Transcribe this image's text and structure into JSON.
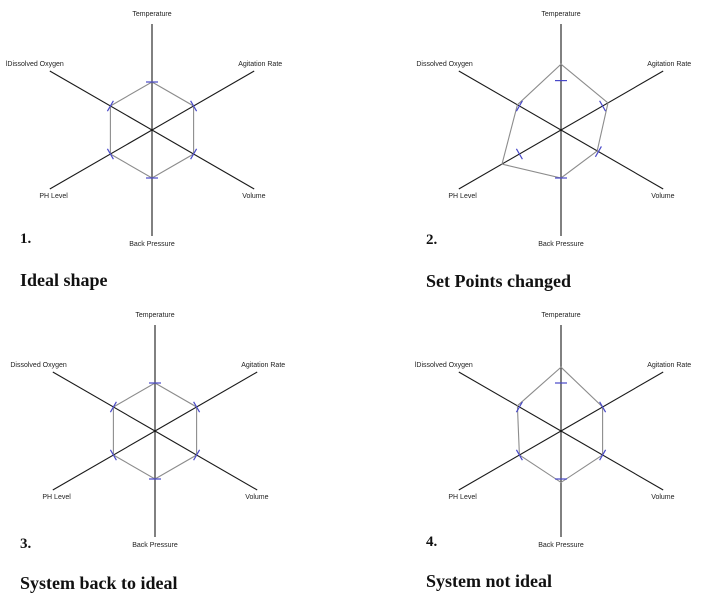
{
  "axes": [
    "Temperature",
    "Agitation Rate",
    "Volume",
    "Back Pressure",
    "PH Level",
    "Dissolved Oxygen"
  ],
  "colors": {
    "axis": "#1a1a1a",
    "shape": "#8c8c8c",
    "setpoint": "#4848c8",
    "text": "#111111"
  },
  "panels": [
    {
      "number": "1.",
      "caption": "Ideal shape",
      "axis_labels": [
        "Temperature",
        "Agitation Rate",
        "Volume",
        "Back Pressure",
        "PH Level",
        "lDissolved Oxygen"
      ],
      "setpoints": [
        1,
        1,
        1,
        1,
        1,
        1
      ],
      "shape": [
        1,
        1,
        1,
        1,
        1,
        1
      ]
    },
    {
      "number": "2.",
      "caption": "Set Points changed",
      "axis_labels": [
        "Temperature",
        "Agitation Rate",
        "Volume",
        "Back Pressure",
        "PH Level",
        "Dissolved Oxygen"
      ],
      "setpoints": [
        1.03,
        1.0,
        0.9,
        1.0,
        1.0,
        1.0
      ],
      "shape": [
        1.37,
        1.13,
        0.87,
        1.0,
        1.42,
        1.05
      ]
    },
    {
      "number": "3.",
      "caption": "System back to ideal",
      "axis_labels": [
        "Temperature",
        "Agitation Rate",
        "Volume",
        "Back Pressure",
        "PH Level",
        "Dissolved Oxygen"
      ],
      "setpoints": [
        1,
        1,
        1,
        1,
        1,
        1
      ],
      "shape": [
        1,
        1,
        1,
        1,
        1,
        1
      ]
    },
    {
      "number": "4.",
      "caption": "System not ideal",
      "axis_labels": [
        "Temperature",
        "Agitation Rate",
        "Volume",
        "Back Pressure",
        "PH Level",
        "lDissolved Oxygen"
      ],
      "setpoints": [
        1,
        1,
        1,
        1,
        1,
        1
      ],
      "shape": [
        1.33,
        1.0,
        1.0,
        1.07,
        1.0,
        1.05
      ]
    }
  ]
}
